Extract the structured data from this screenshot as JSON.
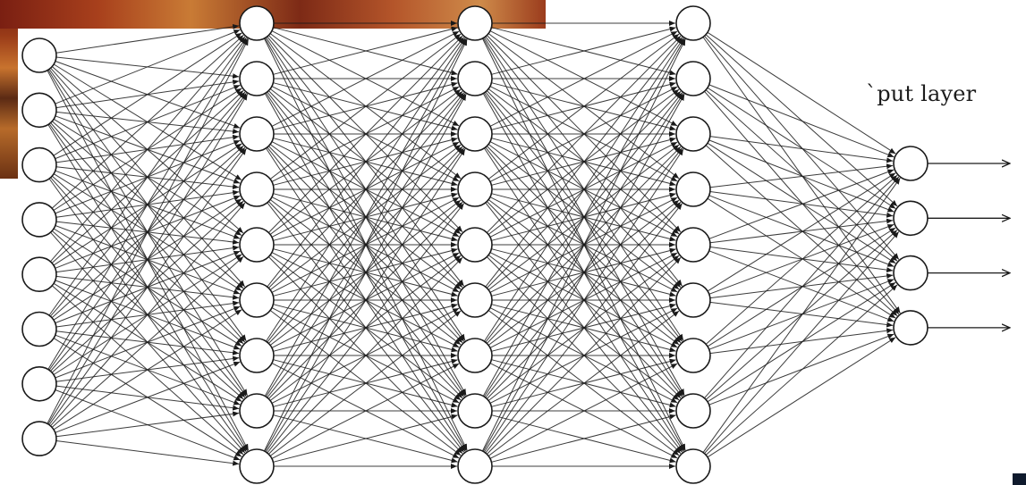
{
  "diagram": {
    "output_layer_label": "`put layer",
    "layer_neuron_counts": [
      8,
      9,
      9,
      9,
      4
    ],
    "output_arrow_count": 4,
    "colors": {
      "node_fill": "#ffffff",
      "node_stroke": "#1a1a1a",
      "edge": "#1a1a1a",
      "background": "#ffffff"
    }
  }
}
